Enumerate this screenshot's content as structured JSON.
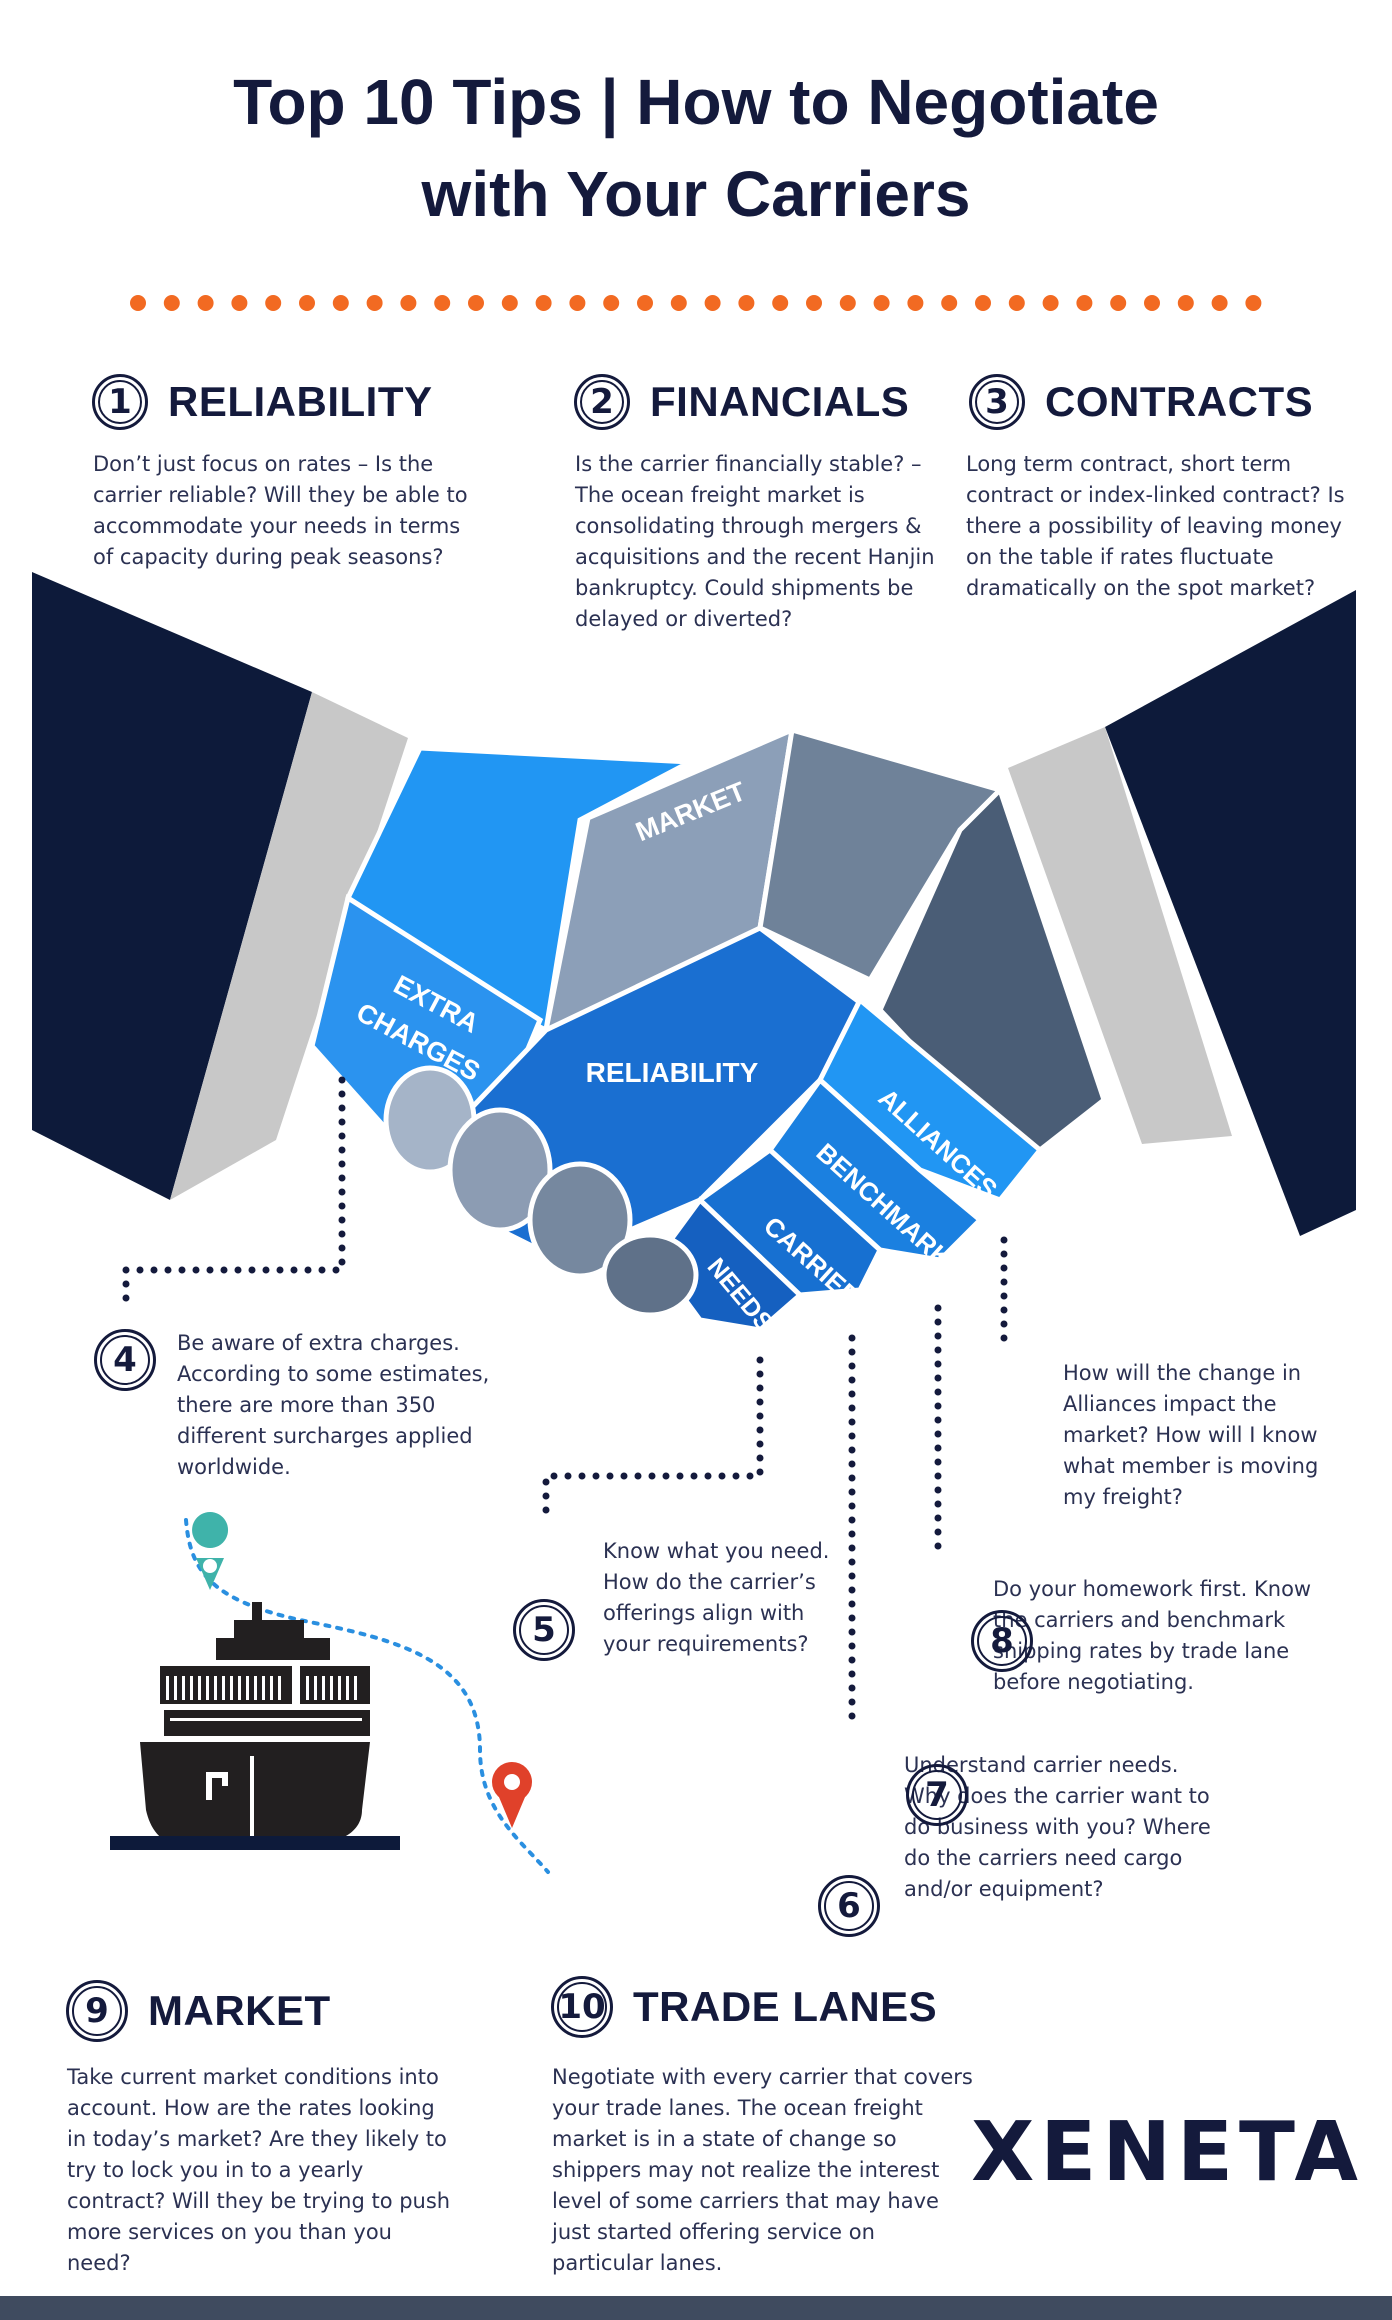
{
  "title": {
    "line1": "Top 10 Tips | How to Negotiate",
    "line2": "with Your Carriers"
  },
  "colors": {
    "navy": "#141a3c",
    "accent_orange": "#f26a22",
    "blue_bright": "#2196f3",
    "blue_mid": "#1a73d0",
    "slate": "#6b7f99",
    "pin_teal": "#3fb3aa",
    "pin_red": "#e0412a"
  },
  "tips": [
    {
      "num": "1",
      "title": "RELIABILITY",
      "text": "Don’t just focus on rates – Is the carrier reliable? Will they be able to accommodate your needs in terms of capacity during peak seasons?"
    },
    {
      "num": "2",
      "title": "FINANCIALS",
      "text": "Is the carrier financially stable? – The ocean freight market is consolidating through mergers & acquisitions and the recent Hanjin bankruptcy. Could shipments be delayed or diverted?"
    },
    {
      "num": "3",
      "title": "CONTRACTS",
      "text": "Long term contract, short term contract or index-linked contract? Is there a possibility of leaving money on the table if rates fluctuate dramatically on the spot market?"
    },
    {
      "num": "4",
      "text": "Be aware of extra charges. According to some estimates, there are more than 350 different surcharges applied worldwide."
    },
    {
      "num": "5",
      "text": "Know what you need. How do the carrier’s offerings align with your requirements?"
    },
    {
      "num": "6",
      "text": "Understand carrier needs. Why does the carrier want to do business with you? Where do the carriers need cargo and/or equipment?"
    },
    {
      "num": "7",
      "text": "Do your homework first. Know the carriers and benchmark shipping rates by trade lane before negotiating."
    },
    {
      "num": "8",
      "text": "How will the change in Alliances impact the market? How will I know what member is moving my freight?"
    },
    {
      "num": "9",
      "title": "MARKET",
      "text": "Take current market conditions into account. How are the rates looking in today’s market? Are they likely to try to lock you in to a yearly contract? Will they be trying to push more services on you than you need?"
    },
    {
      "num": "10",
      "title": "TRADE LANES",
      "text": "Negotiate with every carrier that covers your trade lanes. The ocean freight market is in a state of change so shippers may not realize the interest level of some carriers that may have just started offering service on particular lanes."
    }
  ],
  "puzzle_labels": {
    "market": "MARKET",
    "extra_charges_1": "EXTRA",
    "extra_charges_2": "CHARGES",
    "reliability": "RELIABILITY",
    "alliances": "ALLIANCES",
    "benchmark": "BENCHMARK",
    "carrier": "CARRIER",
    "needs": "NEEDS"
  },
  "logo": "XENETA"
}
